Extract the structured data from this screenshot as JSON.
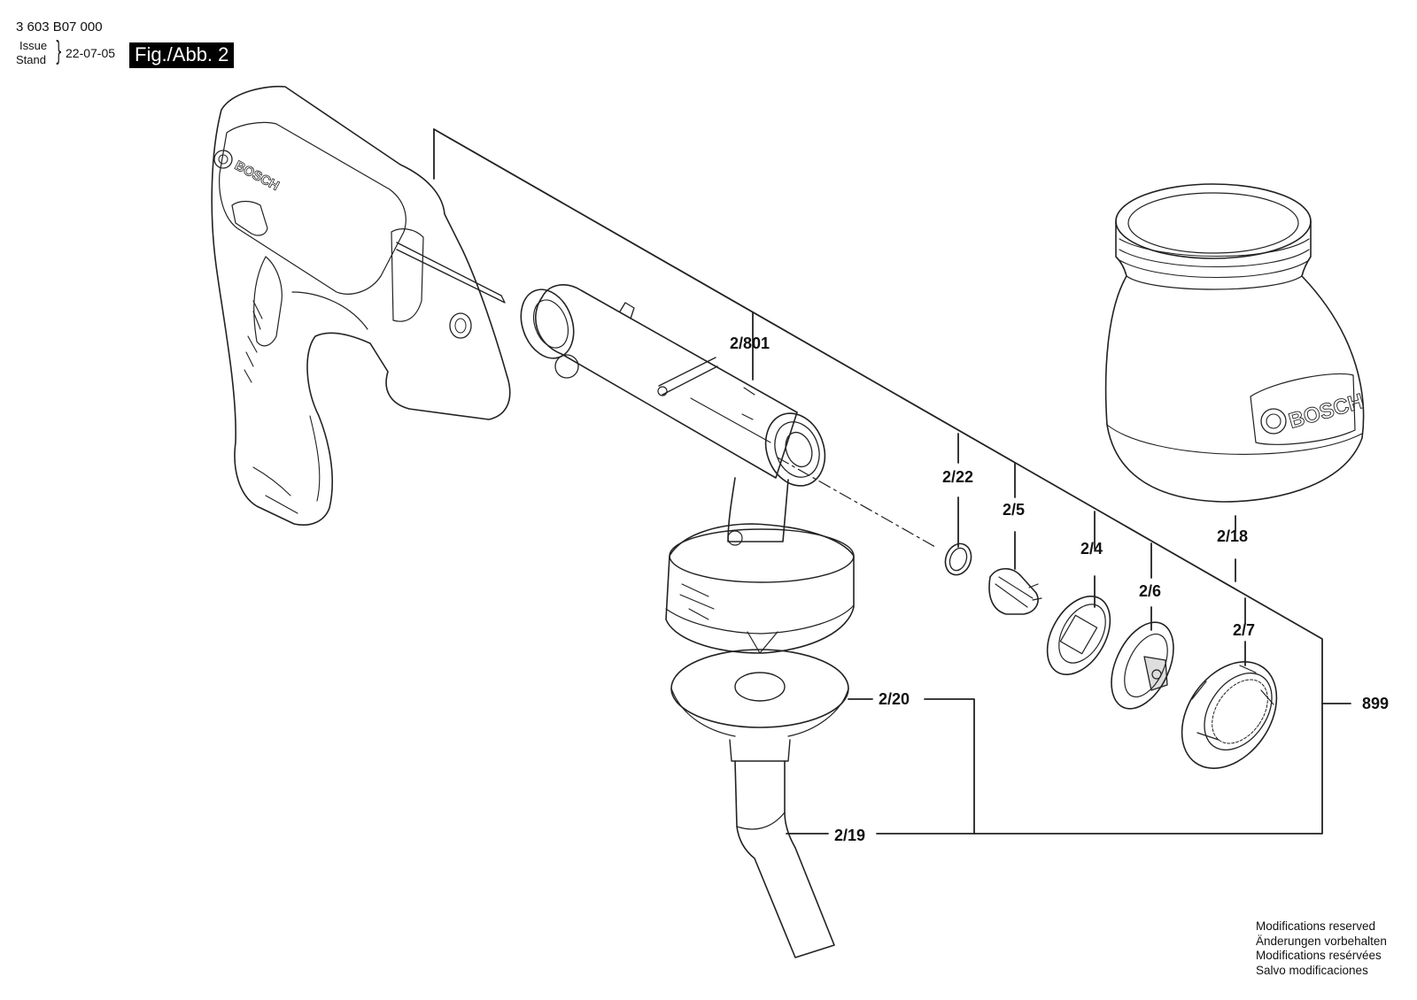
{
  "header": {
    "doc_number": "3 603 B07 000",
    "issue_label": "Issue",
    "stand_label": "Stand",
    "issue_date": "22-07-05",
    "figure_label": "Fig./Abb. 2"
  },
  "callouts": {
    "p2_801": "2/801",
    "p2_22": "2/22",
    "p2_5": "2/5",
    "p2_4": "2/4",
    "p2_6": "2/6",
    "p2_18": "2/18",
    "p2_7": "2/7",
    "p2_20": "2/20",
    "p2_19": "2/19",
    "p899": "899"
  },
  "logos": {
    "handle_brand": "BOSCH",
    "container_brand": "BOSCH"
  },
  "footer": {
    "line_en": "Modifications reserved",
    "line_de": "Änderungen vorbehalten",
    "line_fr": "Modifications resérvées",
    "line_es": "Salvo modificaciones"
  }
}
